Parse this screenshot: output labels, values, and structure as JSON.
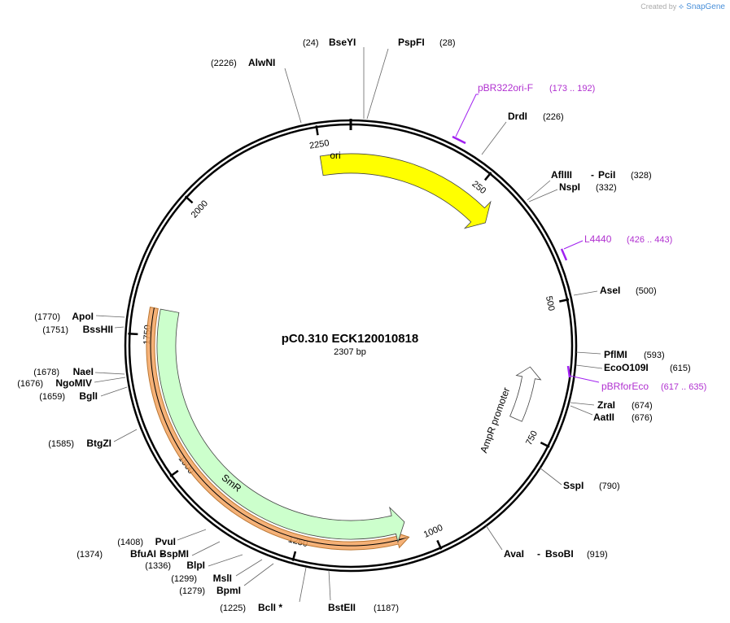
{
  "credit": {
    "prefix": "Created by",
    "brand": "SnapGene"
  },
  "plasmid": {
    "name": "pC0.310 ECK120010818",
    "size": "2307 bp"
  },
  "ticks": [
    {
      "label": "2250",
      "bp": 2250
    },
    {
      "label": "250",
      "bp": 250
    },
    {
      "label": "500",
      "bp": 500
    },
    {
      "label": "750",
      "bp": 750
    },
    {
      "label": "1000",
      "bp": 1000
    },
    {
      "label": "1250",
      "bp": 1250
    },
    {
      "label": "1500",
      "bp": 1500
    },
    {
      "label": "1750",
      "bp": 1750
    },
    {
      "label": "2000",
      "bp": 2000
    }
  ],
  "features": [
    {
      "name": "ori",
      "start": 2248,
      "end": 305,
      "direction": "cw",
      "color": "#ffff00"
    },
    {
      "name": "AmpR promoter",
      "start": 620,
      "end": 730,
      "direction": "ccw",
      "color": "#ffffff"
    },
    {
      "name": "SmR",
      "start": 1045,
      "end": 1800,
      "direction": "ccw",
      "color": "#ccffcc"
    }
  ],
  "highlight_color": "#f4a460",
  "primers": [
    {
      "name": "pBR322ori-F",
      "range": "(173 .. 192)"
    },
    {
      "name": "L4440",
      "range": "(426 .. 443)"
    },
    {
      "name": "pBRforEco",
      "range": "(617 .. 635)"
    }
  ],
  "sites": [
    {
      "name": "BseYI",
      "pos": "(24)"
    },
    {
      "name": "PspFI",
      "pos": "(28)"
    },
    {
      "name": "AlwNI",
      "pos": "(2226)"
    },
    {
      "name": "DrdI",
      "pos": "(226)"
    },
    {
      "name": "AflIII",
      "name2": "PciI",
      "pos": "(328)"
    },
    {
      "name": "NspI",
      "pos": "(332)"
    },
    {
      "name": "AseI",
      "pos": "(500)"
    },
    {
      "name": "PflMI",
      "pos": "(593)"
    },
    {
      "name": "EcoO109I",
      "pos": "(615)"
    },
    {
      "name": "ZraI",
      "pos": "(674)"
    },
    {
      "name": "AatII",
      "pos": "(676)"
    },
    {
      "name": "SspI",
      "pos": "(790)"
    },
    {
      "name": "AvaI",
      "name2": "BsoBI",
      "pos": "(919)"
    },
    {
      "name": "BstEII",
      "pos": "(1187)"
    },
    {
      "name": "BclI *",
      "pos": "(1225)"
    },
    {
      "name": "BpmI",
      "pos": "(1279)"
    },
    {
      "name": "MslI",
      "pos": "(1299)"
    },
    {
      "name": "BlpI",
      "pos": "(1336)"
    },
    {
      "name": "BfuAI",
      "name2": "BspMI",
      "pos": "(1374)"
    },
    {
      "name": "PvuI",
      "pos": "(1408)"
    },
    {
      "name": "BtgZI",
      "pos": "(1585)"
    },
    {
      "name": "BglI",
      "pos": "(1659)"
    },
    {
      "name": "NgoMIV",
      "pos": "(1676)"
    },
    {
      "name": "NaeI",
      "pos": "(1678)"
    },
    {
      "name": "BssHII",
      "pos": "(1751)"
    },
    {
      "name": "ApoI",
      "pos": "(1770)"
    }
  ]
}
